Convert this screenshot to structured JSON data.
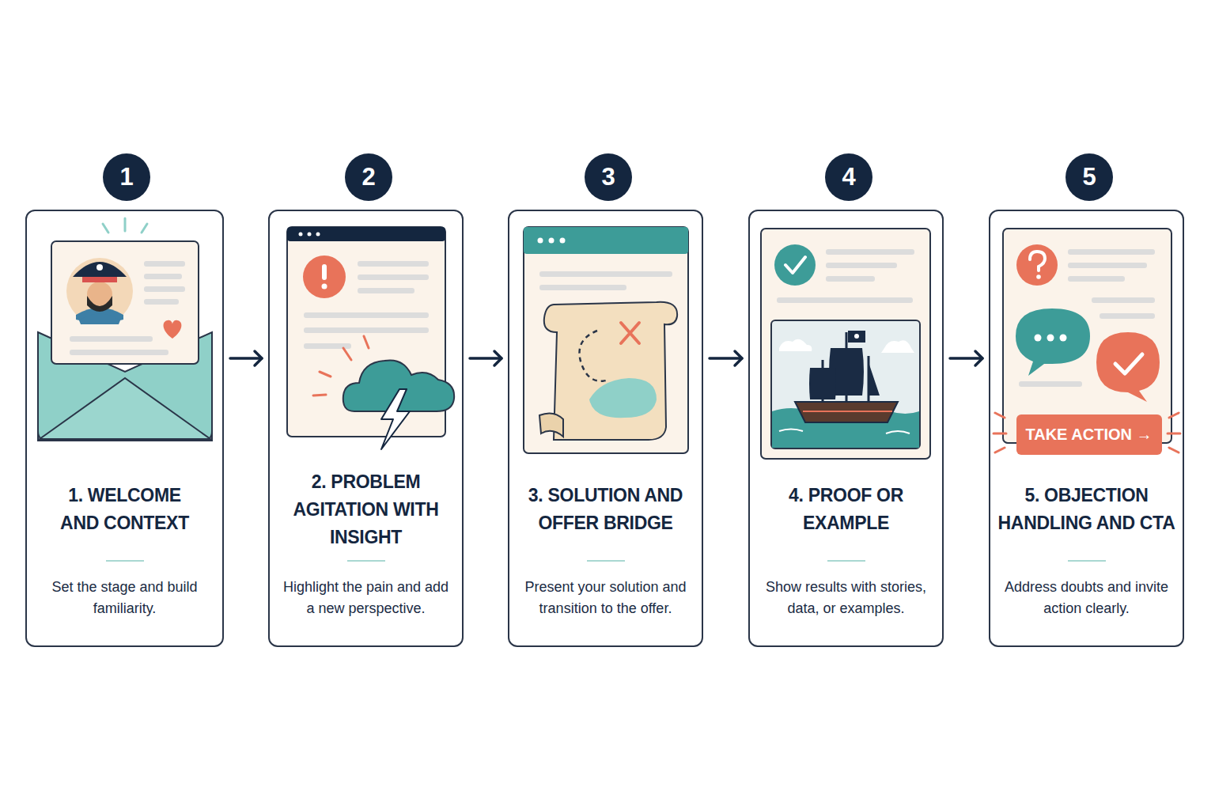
{
  "diagram": {
    "nodes": [
      {
        "text": [
          "1"
        ]
      },
      {
        "text": [
          "1. WELCOME AND CONTEXT",
          "Set the stage and build familiarity."
        ]
      },
      {
        "text": [
          "2"
        ]
      },
      {
        "text": [
          "2. PROBLEM AGITATION WITH INSIGHT",
          "Highlight the pain and add a new perspective."
        ]
      },
      {
        "text": [
          "3"
        ]
      },
      {
        "text": [
          "3. SOLUTION AND OFFER BRIDGE",
          "Present your solution and transition to the offer."
        ]
      },
      {
        "text": [
          "4"
        ]
      },
      {
        "text": [
          "4. PROOF OR EXAMPLE",
          "Show results with stories, data, or examples."
        ]
      },
      {
        "text": [
          "5"
        ]
      },
      {
        "text": [
          "5. OBJECTION HANDLING AND CTA",
          "Address doubts and invite action clearly."
        ]
      },
      {
        "text": [
          "TAKE ACTION →"
        ],
        "in": 9
      }
    ],
    "edges": [
      {
        "from": 1,
        "to": 3,
        "arrow": "to"
      },
      {
        "from": 3,
        "to": 5,
        "arrow": "to"
      },
      {
        "from": 5,
        "to": 7,
        "arrow": "to"
      },
      {
        "from": 7,
        "to": 9,
        "arrow": "to"
      }
    ]
  }
}
